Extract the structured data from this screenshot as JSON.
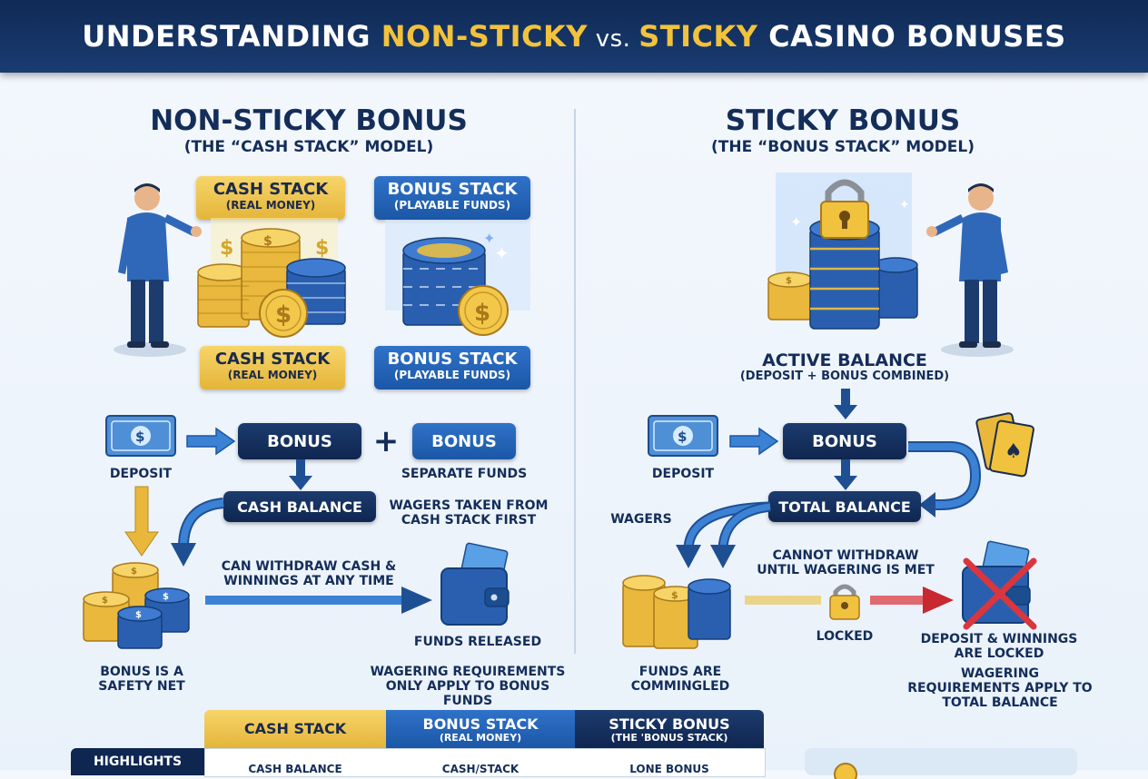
{
  "header": {
    "pre": "UNDERSTANDING ",
    "hl1": "NON-STICKY",
    "vs": " vs. ",
    "hl2": "STICKY",
    "post": " CASINO BONUSES"
  },
  "left": {
    "title": "NON-STICKY BONUS",
    "subtitle": "(THE “CASH STACK” MODEL)",
    "tag_cash_top": {
      "title": "CASH STACK",
      "sub": "(REAL MONEY)"
    },
    "tag_bonus_top": {
      "title": "BONUS STACK",
      "sub": "(PLAYABLE FUNDS)"
    },
    "tag_cash_bottom": {
      "title": "CASH STACK",
      "sub": "(REAL MONEY)"
    },
    "tag_bonus_bottom": {
      "title": "BONUS STACK",
      "sub": "(PLAYABLE FUNDS)"
    },
    "deposit": "DEPOSIT",
    "bonus": "BONUS",
    "plus": "+",
    "bonus2": "BONUS",
    "separate_funds": "SEPARATE FUNDS",
    "cash_balance": "CASH BALANCE",
    "wagers_note": "WAGERS TAKEN FROM CASH STACK FIRST",
    "withdraw_note": "CAN WITHDRAW CASH & WINNINGS AT ANY TIME",
    "funds_released": "FUNDS RELEASED",
    "safety_net": "BONUS IS A SAFETY NET",
    "wagering_note": "WAGERING REQUIREMENTS ONLY APPLY TO BONUS FUNDS"
  },
  "right": {
    "title": "STICKY BONUS",
    "subtitle": "(THE “BONUS STACK” MODEL)",
    "active_balance": "ACTIVE BALANCE",
    "active_sub": "(DEPOSIT + BONUS COMBINED)",
    "deposit": "DEPOSIT",
    "bonus": "BONUS",
    "total_balance": "TOTAL BALANCE",
    "wagers": "WAGERS",
    "cannot_withdraw": "CANNOT WITHDRAW UNTIL WAGERING IS MET",
    "locked": "LOCKED",
    "deposit_locked": "DEPOSIT & WINNINGS ARE LOCKED",
    "funds_commingled": "FUNDS ARE COMMINGLED",
    "wagering_total": "WAGERING REQUIREMENTS APPLY TO TOTAL BALANCE"
  },
  "table": {
    "col1": {
      "title": "CASH STACK"
    },
    "col2": {
      "title": "BONUS STACK",
      "sub": "(REAL MONEY)"
    },
    "col3": {
      "title": "STICKY BONUS",
      "sub": "(THE 'BONUS STACK)"
    },
    "row_label": "HIGHLIGHTS",
    "cells": [
      "CASH BALANCE",
      "CASH/STACK",
      "LONE BONUS"
    ]
  },
  "colors": {
    "navy": "#0f2650",
    "gold": "#f2c23c",
    "blue": "#1b57a6",
    "red": "#d9363e"
  }
}
